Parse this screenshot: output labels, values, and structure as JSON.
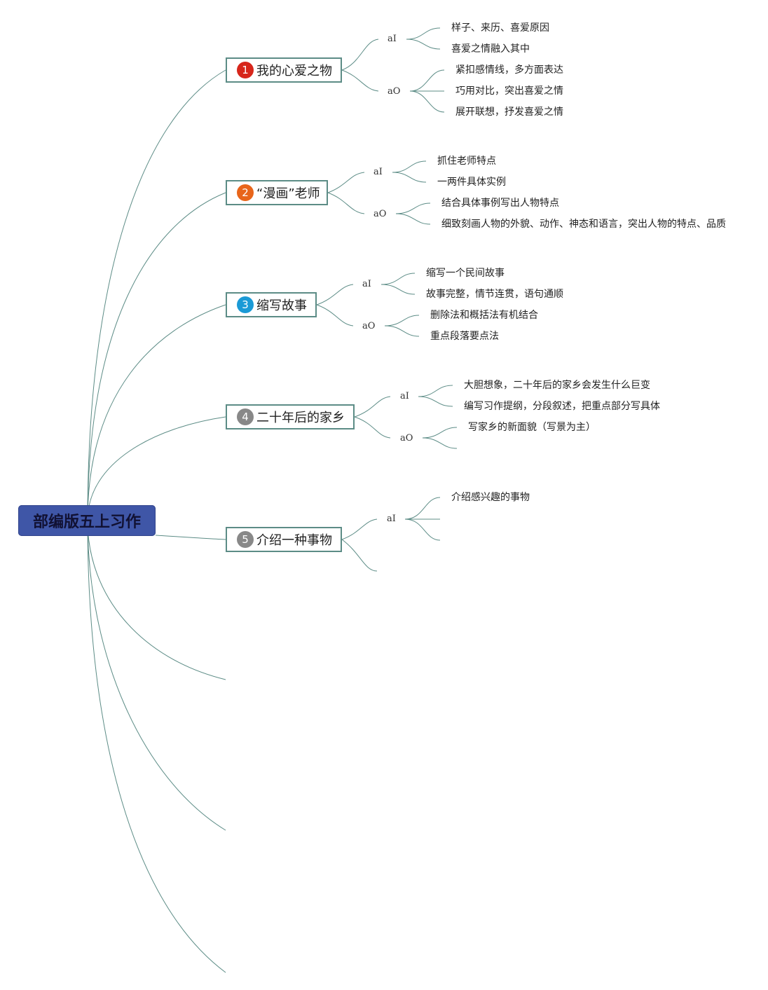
{
  "root": {
    "title": "部编版五上习作"
  },
  "colors": {
    "edge": "#5c8c86",
    "root_fill": "#3f56a7"
  },
  "topics": [
    {
      "number": "1",
      "number_color": "#d7261b",
      "title": "我的心爱之物",
      "groups": [
        {
          "label": "aI",
          "items": [
            "样子、来历、喜爱原因",
            "喜爱之情融入其中"
          ]
        },
        {
          "label": "aO",
          "items": [
            "紧扣感情线，多方面表达",
            "巧用对比，突出喜爱之情",
            "展开联想，抒发喜爱之情"
          ]
        }
      ]
    },
    {
      "number": "2",
      "number_color": "#e8651a",
      "title": "“漫画”老师",
      "groups": [
        {
          "label": "aI",
          "items": [
            "抓住老师特点",
            "一两件具体实例"
          ]
        },
        {
          "label": "aO",
          "items": [
            "结合具体事例写出人物特点",
            "细致刻画人物的外貌、动作、神态和语言，突出人物的特点、品质"
          ]
        }
      ]
    },
    {
      "number": "3",
      "number_color": "#1b9ad6",
      "title": "缩写故事",
      "groups": [
        {
          "label": "aI",
          "items": [
            "缩写一个民间故事",
            "故事完整，情节连贯，语句通顺"
          ]
        },
        {
          "label": "aO",
          "items": [
            "删除法和概括法有机结合",
            "重点段落要点法"
          ]
        }
      ]
    },
    {
      "number": "4",
      "number_color": "#888888",
      "title": "二十年后的家乡",
      "groups": [
        {
          "label": "aI",
          "items": [
            "大胆想象，二十年后的家乡会发生什么巨变",
            "编写习作提纲，分段叙述，把重点部分写具体"
          ]
        },
        {
          "label": "aO",
          "items": [
            "写家乡的新面貌（写景为主）"
          ]
        }
      ]
    },
    {
      "number": "5",
      "number_color": "#888888",
      "title": "介绍一种事物",
      "groups": [
        {
          "label": "aI",
          "items": [
            "介绍感兴趣的事物"
          ]
        }
      ]
    }
  ]
}
